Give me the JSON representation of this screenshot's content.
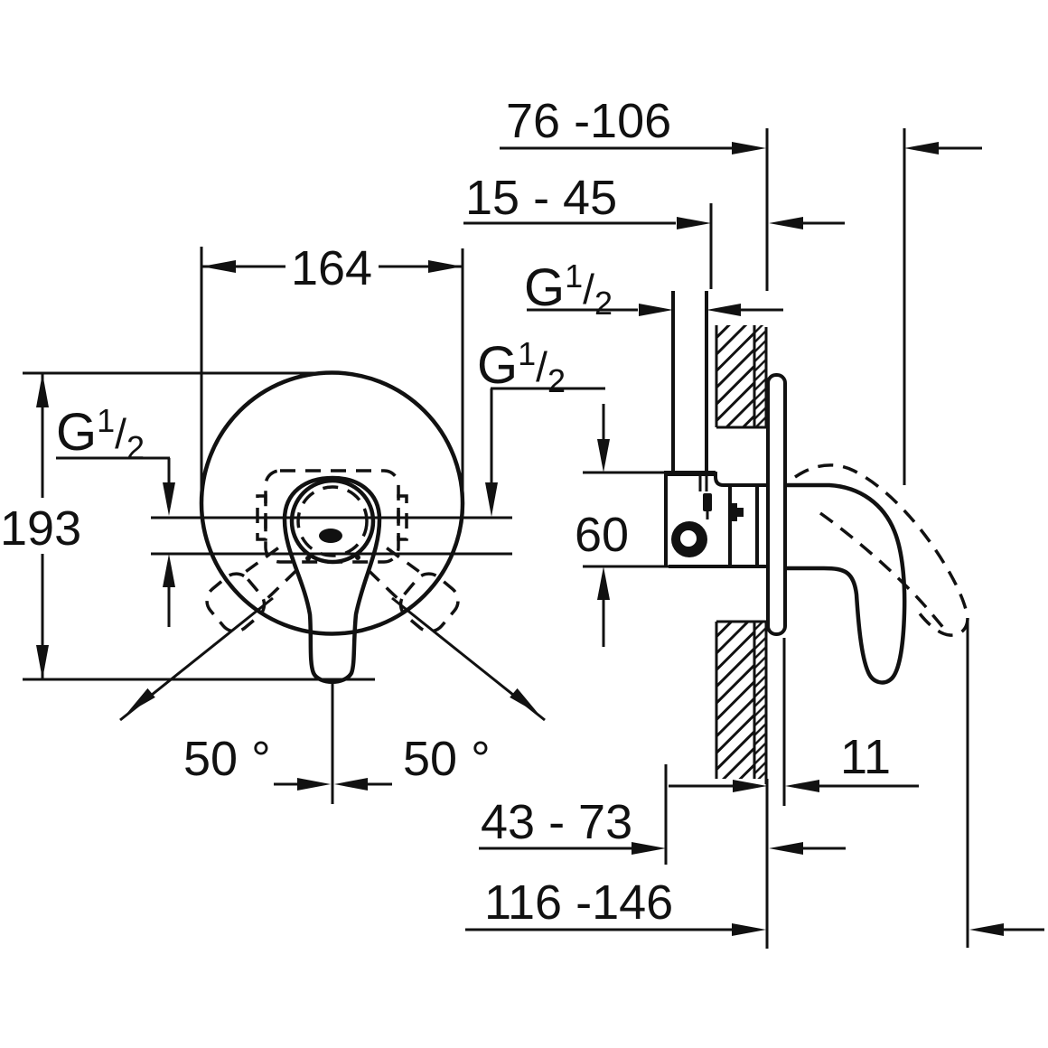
{
  "dims": {
    "top_offset": "76 -106",
    "wall_depth": "15 - 45",
    "plate_diameter": "164",
    "total_height": "193",
    "body_height": "60",
    "swing_left": "50 °",
    "swing_right": "50 °",
    "plate_thickness": "11",
    "rough_in_depth": "43 - 73",
    "handle_reach": "116 -146"
  },
  "thread_label": {
    "G": "G",
    "sup": "1",
    "slash": "/",
    "sub": "2"
  }
}
